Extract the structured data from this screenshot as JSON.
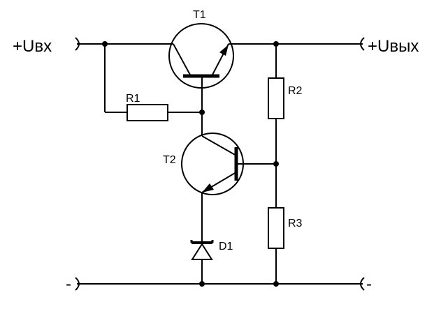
{
  "terminals": {
    "input_positive": "+Uвх",
    "output_positive": "+Uвых",
    "input_negative": "-",
    "output_negative": "-"
  },
  "components": {
    "t1": "T1",
    "t2": "T2",
    "r1": "R1",
    "r2": "R2",
    "r3": "R3",
    "d1": "D1"
  }
}
